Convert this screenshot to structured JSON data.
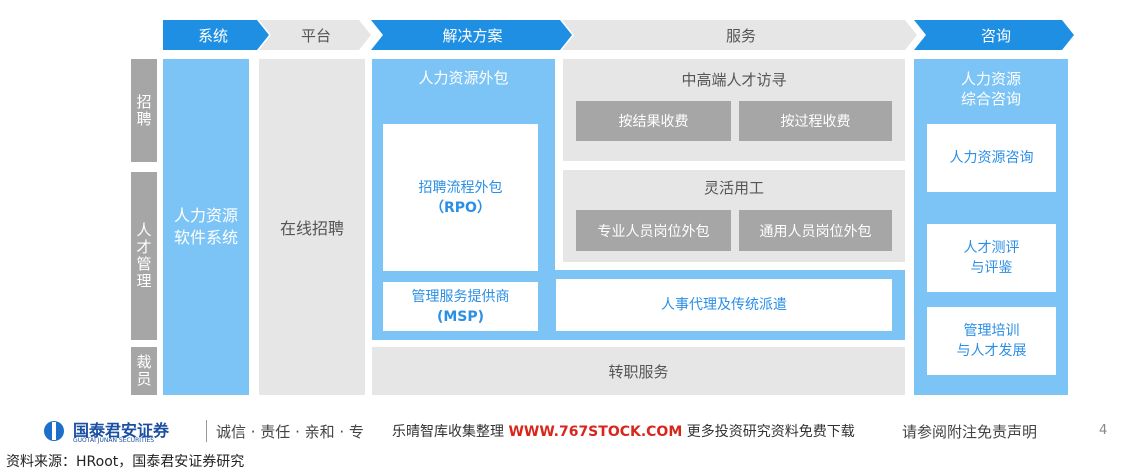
{
  "header": {
    "system": "系统",
    "platform": "平台",
    "solution": "解决方案",
    "service": "服务",
    "consult": "咨询"
  },
  "rows": {
    "recruit": "招聘",
    "talent": "人才管理",
    "layoff": "裁员"
  },
  "system_col": {
    "line1": "人力资源",
    "line2": "软件系统"
  },
  "platform_col": {
    "label": "在线招聘"
  },
  "solution": {
    "outsourcing_title": "人力资源外包",
    "rpo_line1": "招聘流程外包",
    "rpo_line2": "（RPO）",
    "msp_line1": "管理服务提供商",
    "msp_line2": "(MSP)",
    "personnel_agency": "人事代理及传统派遣"
  },
  "service": {
    "headhunt_title": "中高端人才访寻",
    "by_result": "按结果收费",
    "by_process": "按过程收费",
    "flex_title": "灵活用工",
    "pro_outsource": "专业人员岗位外包",
    "general_outsource": "通用人员岗位外包",
    "transition": "转职服务"
  },
  "consult": {
    "title_line1": "人力资源",
    "title_line2": "综合咨询",
    "hr_consult": "人力资源咨询",
    "assess_line1": "人才测评",
    "assess_line2": "与评鉴",
    "train_line1": "管理培训",
    "train_line2": "与人才发展"
  },
  "footer": {
    "logo_text": "国泰君安证券",
    "logo_sub": "GUOTAI JUNAN SECURITIES",
    "slogan": "诚信 · 责任 · 亲和 · 专",
    "watermark_a": "乐晴智库收集整理",
    "watermark_url": "WWW.767STOCK.COM",
    "watermark_b": "更多投资研究资料免费下载",
    "disclaimer": "请参阅附注免责声明",
    "page": "4",
    "source": "资料来源：HRoot，国泰君安证券研究"
  },
  "colors": {
    "dark_blue": "#1e8fe3",
    "light_blue": "#7cc4f6",
    "gray": "#a6a6a6",
    "light_gray": "#e6e6e6"
  }
}
